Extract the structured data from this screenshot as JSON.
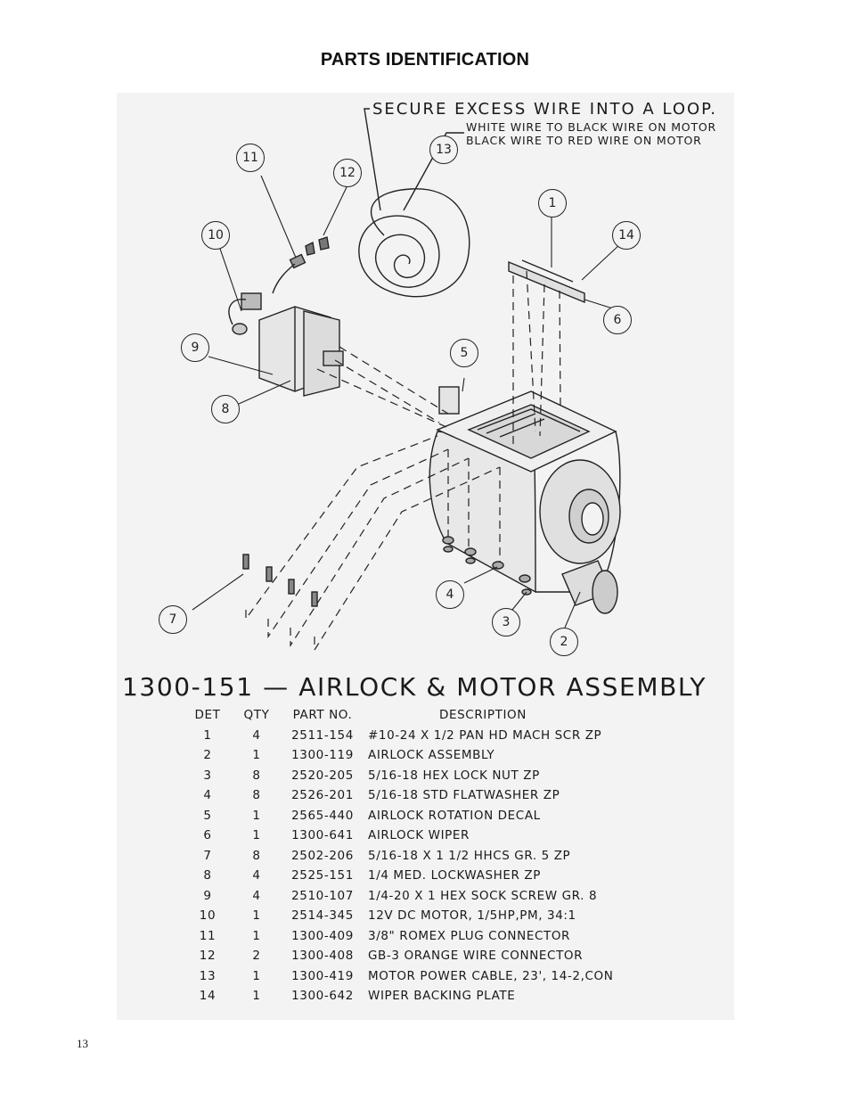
{
  "page": {
    "title": "PARTS IDENTIFICATION",
    "page_number": "13"
  },
  "diagram": {
    "notes": [
      "SECURE EXCESS WIRE INTO A LOOP.",
      "WHITE WIRE TO BLACK WIRE ON MOTOR",
      "BLACK WIRE TO RED WIRE ON MOTOR"
    ],
    "callouts": [
      "1",
      "2",
      "3",
      "4",
      "5",
      "6",
      "7",
      "8",
      "9",
      "10",
      "11",
      "12",
      "13",
      "14"
    ]
  },
  "assembly": {
    "title": "1300-151 — AIRLOCK & MOTOR ASSEMBLY",
    "headers": {
      "det": "DET",
      "qty": "QTY",
      "part": "PART NO.",
      "desc": "DESCRIPTION"
    },
    "rows": [
      {
        "det": "1",
        "qty": "4",
        "part": "2511-154",
        "desc": "#10-24 X 1/2 PAN HD MACH SCR ZP"
      },
      {
        "det": "2",
        "qty": "1",
        "part": "1300-119",
        "desc": "AIRLOCK ASSEMBLY"
      },
      {
        "det": "3",
        "qty": "8",
        "part": "2520-205",
        "desc": "5/16-18 HEX LOCK NUT ZP"
      },
      {
        "det": "4",
        "qty": "8",
        "part": "2526-201",
        "desc": "5/16-18 STD FLATWASHER ZP"
      },
      {
        "det": "5",
        "qty": "1",
        "part": "2565-440",
        "desc": "AIRLOCK ROTATION DECAL"
      },
      {
        "det": "6",
        "qty": "1",
        "part": "1300-641",
        "desc": "AIRLOCK WIPER"
      },
      {
        "det": "7",
        "qty": "8",
        "part": "2502-206",
        "desc": "5/16-18 X 1 1/2 HHCS GR. 5 ZP"
      },
      {
        "det": "8",
        "qty": "4",
        "part": "2525-151",
        "desc": "1/4 MED. LOCKWASHER ZP"
      },
      {
        "det": "9",
        "qty": "4",
        "part": "2510-107",
        "desc": "1/4-20 X 1 HEX SOCK SCREW GR. 8"
      },
      {
        "det": "10",
        "qty": "1",
        "part": "2514-345",
        "desc": "12V DC MOTOR, 1/5HP,PM, 34:1"
      },
      {
        "det": "11",
        "qty": "1",
        "part": "1300-409",
        "desc": "3/8\" ROMEX PLUG CONNECTOR"
      },
      {
        "det": "12",
        "qty": "2",
        "part": "1300-408",
        "desc": "GB-3 ORANGE WIRE CONNECTOR"
      },
      {
        "det": "13",
        "qty": "1",
        "part": "1300-419",
        "desc": "MOTOR POWER CABLE, 23', 14-2,CON"
      },
      {
        "det": "14",
        "qty": "1",
        "part": "1300-642",
        "desc": "WIPER BACKING PLATE"
      }
    ]
  }
}
